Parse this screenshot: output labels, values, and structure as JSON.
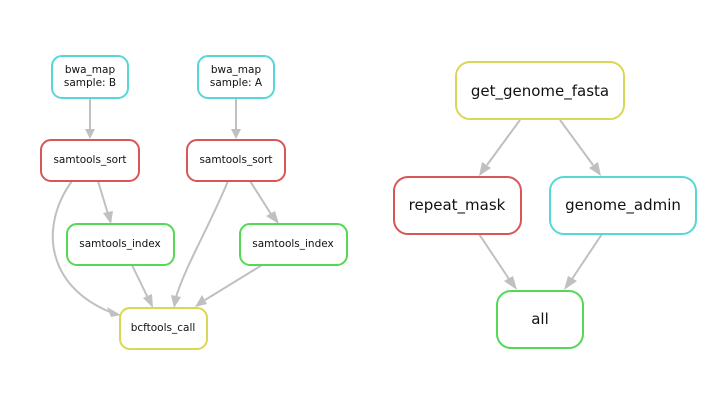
{
  "colors": {
    "cyan": "#56d8d8",
    "red": "#d85656",
    "green": "#56d856",
    "yellow": "#d8d856",
    "edge": "#c0c0c0"
  },
  "left_dag": {
    "nodes": {
      "bwa_map_b": {
        "line1": "bwa_map",
        "line2": "sample: B",
        "color": "cyan"
      },
      "bwa_map_a": {
        "line1": "bwa_map",
        "line2": "sample: A",
        "color": "cyan"
      },
      "samtools_sort_b": {
        "label": "samtools_sort",
        "color": "red"
      },
      "samtools_sort_a": {
        "label": "samtools_sort",
        "color": "red"
      },
      "samtools_index_b": {
        "label": "samtools_index",
        "color": "green"
      },
      "samtools_index_a": {
        "label": "samtools_index",
        "color": "green"
      },
      "bcftools_call": {
        "label": "bcftools_call",
        "color": "yellow"
      }
    }
  },
  "right_dag": {
    "nodes": {
      "get_genome_fasta": {
        "label": "get_genome_fasta",
        "color": "yellow"
      },
      "repeat_mask": {
        "label": "repeat_mask",
        "color": "red"
      },
      "genome_admin": {
        "label": "genome_admin",
        "color": "cyan"
      },
      "all": {
        "label": "all",
        "color": "green"
      }
    }
  }
}
